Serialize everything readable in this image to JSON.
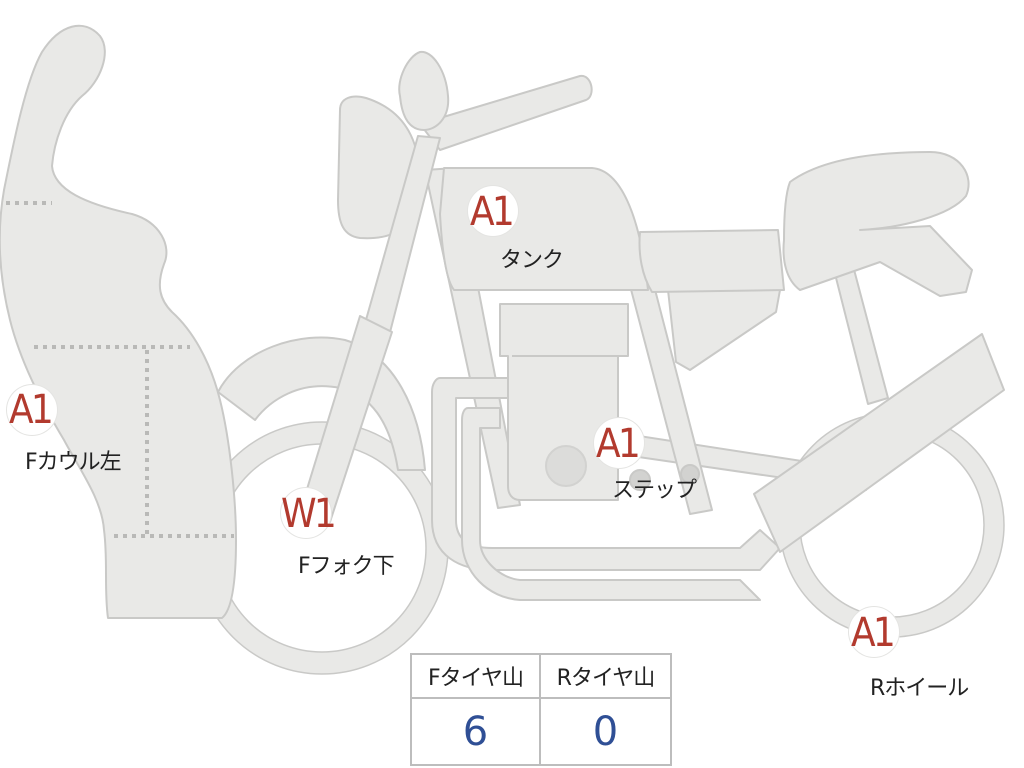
{
  "diagram": {
    "fill_color": "#e9e9e7",
    "outline_color": "#c9c9c7",
    "code_color": "#b23a2e",
    "value_color": "#2f4f95",
    "points": [
      {
        "id": "front-cowl-left",
        "code": "A1",
        "label": "Fカウル左"
      },
      {
        "id": "tank",
        "code": "A1",
        "label": "タンク"
      },
      {
        "id": "front-fork-lower",
        "code": "W1",
        "label": "Fフォク下"
      },
      {
        "id": "step",
        "code": "A1",
        "label": "ステップ"
      },
      {
        "id": "rear-wheel",
        "code": "A1",
        "label": "Rホイール"
      }
    ]
  },
  "tread_table": {
    "headers": [
      "Fタイヤ山",
      "Rタイヤ山"
    ],
    "values": [
      "6",
      "0"
    ]
  }
}
